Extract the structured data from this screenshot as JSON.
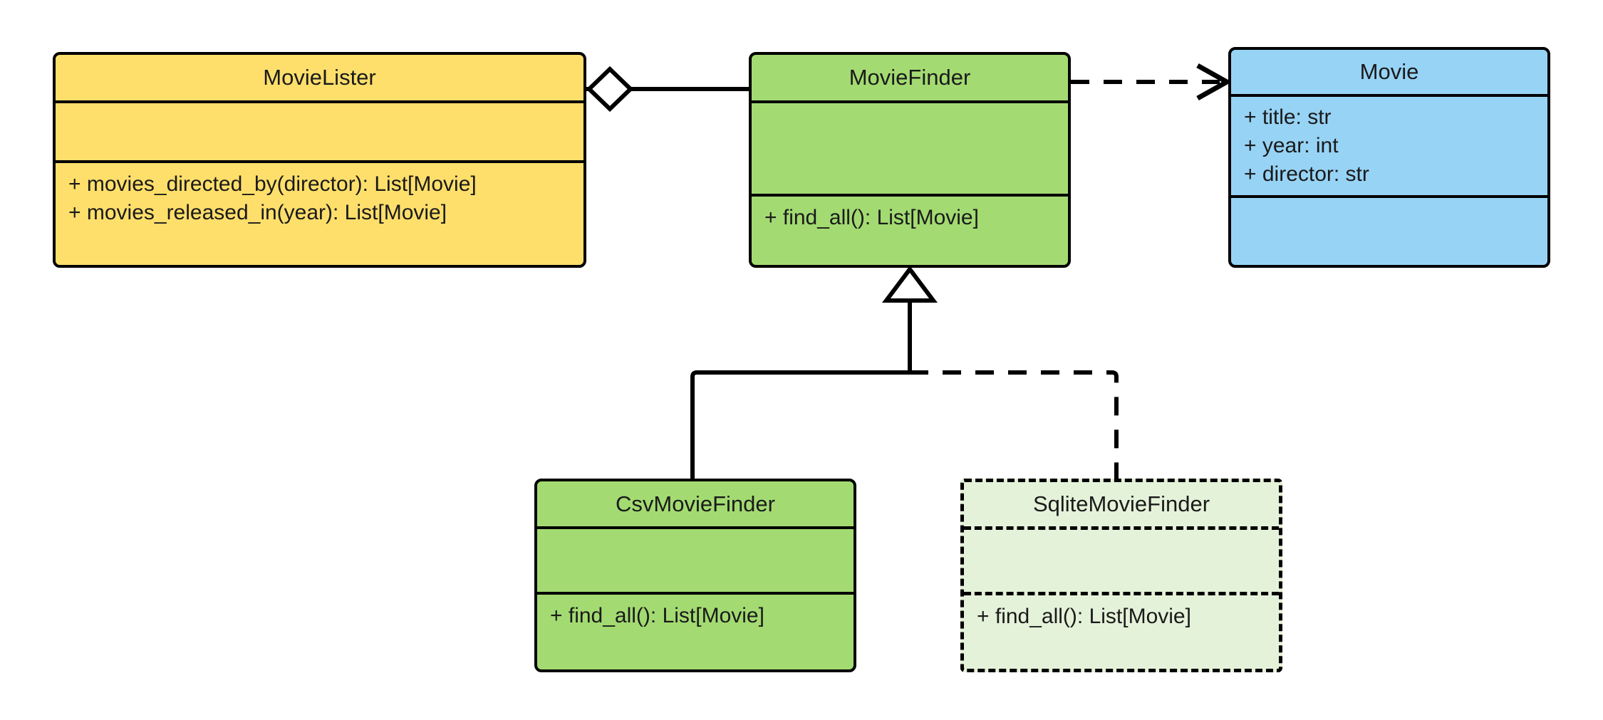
{
  "diagram": {
    "type": "uml-class-diagram",
    "title": "",
    "background": "#ffffff",
    "classes": [
      {
        "id": "movielister",
        "name": "MovieLister",
        "fill": "#FFDF6B",
        "stroke": "#000000",
        "style": "solid",
        "attributes": [],
        "operations": [
          "+ movies_directed_by(director): List[Movie]",
          "+ movies_released_in(year): List[Movie]"
        ]
      },
      {
        "id": "moviefinder",
        "name": "MovieFinder",
        "fill": "#A3DB72",
        "stroke": "#000000",
        "style": "solid",
        "attributes": [],
        "operations": [
          "+ find_all(): List[Movie]"
        ]
      },
      {
        "id": "movie",
        "name": "Movie",
        "fill": "#97D3F5",
        "stroke": "#000000",
        "style": "solid",
        "attributes": [
          "+ title: str",
          "+ year: int",
          "+ director: str"
        ],
        "operations": []
      },
      {
        "id": "csvmoviefinder",
        "name": "CsvMovieFinder",
        "fill": "#A3DB72",
        "stroke": "#000000",
        "style": "solid",
        "attributes": [],
        "operations": [
          "+ find_all(): List[Movie]"
        ]
      },
      {
        "id": "sqlitemoviefinder",
        "name": "SqliteMovieFinder",
        "fill": "#E4F2D9",
        "stroke": "#000000",
        "style": "dashed",
        "attributes": [],
        "operations": [
          "+ find_all(): List[Movie]"
        ]
      }
    ],
    "relationships": [
      {
        "id": "rel-aggregation",
        "kind": "aggregation",
        "from": "MovieLister",
        "to": "MovieFinder",
        "line": "solid",
        "source_decoration": "hollow-diamond",
        "target_decoration": "none",
        "label": ""
      },
      {
        "id": "rel-dependency",
        "kind": "dependency",
        "from": "MovieFinder",
        "to": "Movie",
        "line": "dashed",
        "source_decoration": "none",
        "target_decoration": "open-arrow",
        "label": ""
      },
      {
        "id": "rel-inheritance-csv",
        "kind": "generalization",
        "from": "CsvMovieFinder",
        "to": "MovieFinder",
        "line": "solid",
        "source_decoration": "none",
        "target_decoration": "hollow-triangle",
        "label": ""
      },
      {
        "id": "rel-inheritance-sqlite",
        "kind": "generalization",
        "from": "SqliteMovieFinder",
        "to": "MovieFinder",
        "line": "dashed",
        "source_decoration": "none",
        "target_decoration": "hollow-triangle",
        "label": ""
      }
    ]
  }
}
